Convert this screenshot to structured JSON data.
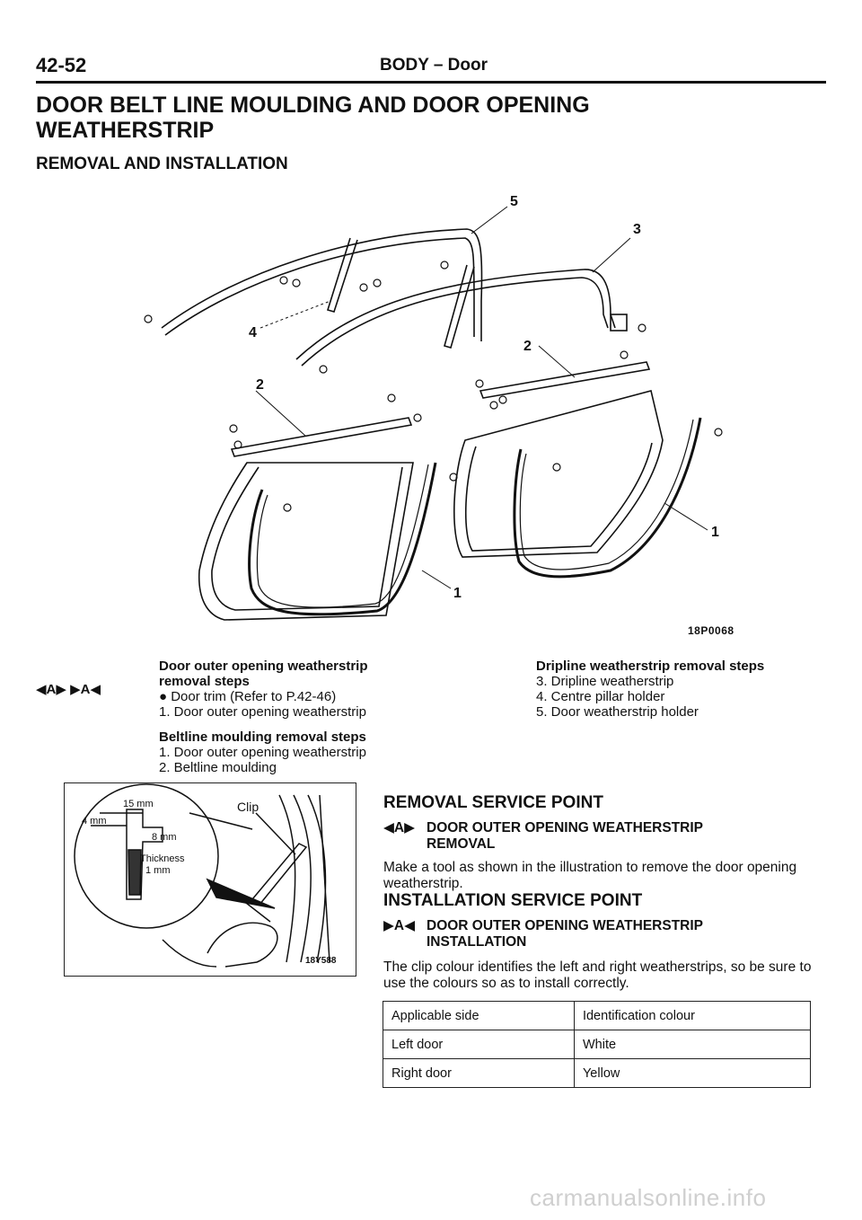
{
  "header": {
    "page_number": "42-52",
    "section": "BODY – Door"
  },
  "title": "DOOR BELT LINE MOULDING AND DOOR OPENING WEATHERSTRIP",
  "subtitle": "REMOVAL AND INSTALLATION",
  "figure": {
    "callouts": [
      "5",
      "3",
      "4",
      "2",
      "2",
      "1",
      "1"
    ],
    "code": "18P0068"
  },
  "door_outer_steps": {
    "heading": "Door outer opening weatherstrip removal steps",
    "items": [
      "● Door trim (Refer to P.42-46)",
      "1. Door outer opening weatherstrip"
    ],
    "symbol": "◀A▶ ▶A◀"
  },
  "beltline_steps": {
    "heading": "Beltline moulding removal steps",
    "items": [
      "1. Door outer opening weatherstrip",
      "2. Beltline moulding"
    ]
  },
  "dripline_steps": {
    "heading": "Dripline weatherstrip removal steps",
    "items": [
      "3. Dripline weatherstrip",
      "4. Centre pillar holder",
      "5. Door weatherstrip holder"
    ]
  },
  "inset": {
    "label_15mm": "15 mm",
    "label_4mm": "4 mm",
    "label_8mm": "8 mm",
    "label_thickness": "Thickness",
    "label_1mm": "1 mm",
    "label_clip": "Clip",
    "code": "18Y588"
  },
  "removal_service": {
    "heading": "REMOVAL SERVICE POINT",
    "item_symbol": "◀A▶",
    "item_title": "DOOR OUTER OPENING WEATHERSTRIP REMOVAL",
    "text": "Make a tool as shown in the illustration to remove the door opening weatherstrip."
  },
  "installation_service": {
    "heading": "INSTALLATION SERVICE POINT",
    "item_symbol": "▶A◀",
    "item_title": "DOOR OUTER OPENING WEATHERSTRIP INSTALLATION",
    "text": "The clip colour identifies the left and right weatherstrips, so be sure to use the colours so as to install correctly."
  },
  "clip_table": {
    "headers": [
      "Applicable side",
      "Identification colour"
    ],
    "rows": [
      [
        "Left door",
        "White"
      ],
      [
        "Right door",
        "Yellow"
      ]
    ]
  },
  "watermark": "carmanualsonline.info"
}
